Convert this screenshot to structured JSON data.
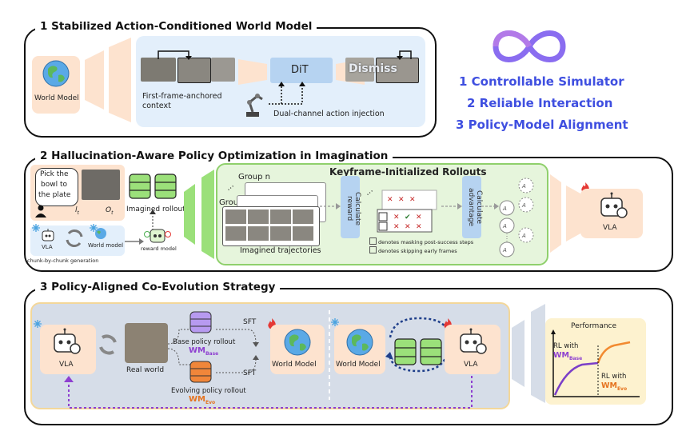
{
  "panels": {
    "p1_title": "1 Stabilized Action-Conditioned World Model",
    "p2_title": "2 Hallucination-Aware Policy Optimization in Imagination",
    "p3_title": "3 Policy-Aligned Co-Evolution Strategy"
  },
  "p1": {
    "world_model_label": "World Model",
    "dit_label": "DiT",
    "dismiss_label": "Dismiss",
    "context_label_1": "First-frame-anchored",
    "context_label_2": "context",
    "injection_label": "Dual-channel action injection"
  },
  "contributions": [
    "1 Controllable Simulator",
    "2 Reliable Interaction",
    "3 Policy-Model Alignment"
  ],
  "p2": {
    "instruction_1": "Pick the",
    "instruction_2": "bowl to",
    "instruction_3": "the plate",
    "l_t": "l",
    "l_sub": "t",
    "o_t": "O",
    "o_sub": "t",
    "imagined_rollout": "Imagined rollout",
    "vla_label": "VLA",
    "world_model_small": "World model",
    "reward_model": "reward model",
    "chunk_label": "chunk-by-chunk generation",
    "rollouts_title": "Keyframe-Initialized Rollouts",
    "group_n": "Group n",
    "group_1": "Group 1",
    "imagined_trajectories": "Imagined trajectories",
    "calc_reward": "Calculate reward",
    "calc_advantage": "Calculate advantage",
    "legend_mask": "denotes masking post-success steps",
    "legend_skip": "denotes skipping early frames",
    "vla_right": "VLA"
  },
  "p3": {
    "vla_left": "VLA",
    "real_world": "Real world",
    "base_rollout": "Base policy rollout",
    "wm_base": "WM",
    "wm_base_sub": "Base",
    "evolving_rollout": "Evolving policy rollout",
    "wm_evo": "WM",
    "wm_evo_sub": "Evo",
    "sft1": "SFT",
    "sft2": "SFT",
    "world_model_1": "World Model",
    "world_model_2": "World Model",
    "vla_right": "VLA",
    "performance": "Performance",
    "rl_with_1": "RL with",
    "rl_wm_1": "WM",
    "rl_wm_1_sub": "Base",
    "rl_with_2": "RL with",
    "rl_wm_2": "WM",
    "rl_wm_2_sub": "Evo"
  },
  "colors": {
    "blue_panel": "#e3effb",
    "peach": "#fde3cf",
    "green_light": "#e6f5dc",
    "green_border": "#8fd06c",
    "gray_panel": "#d6dde8",
    "yellow": "#fdf2cf",
    "contrib_blue": "#3f4fe0",
    "purple": "#8e3fd0",
    "orange": "#e5731f"
  }
}
